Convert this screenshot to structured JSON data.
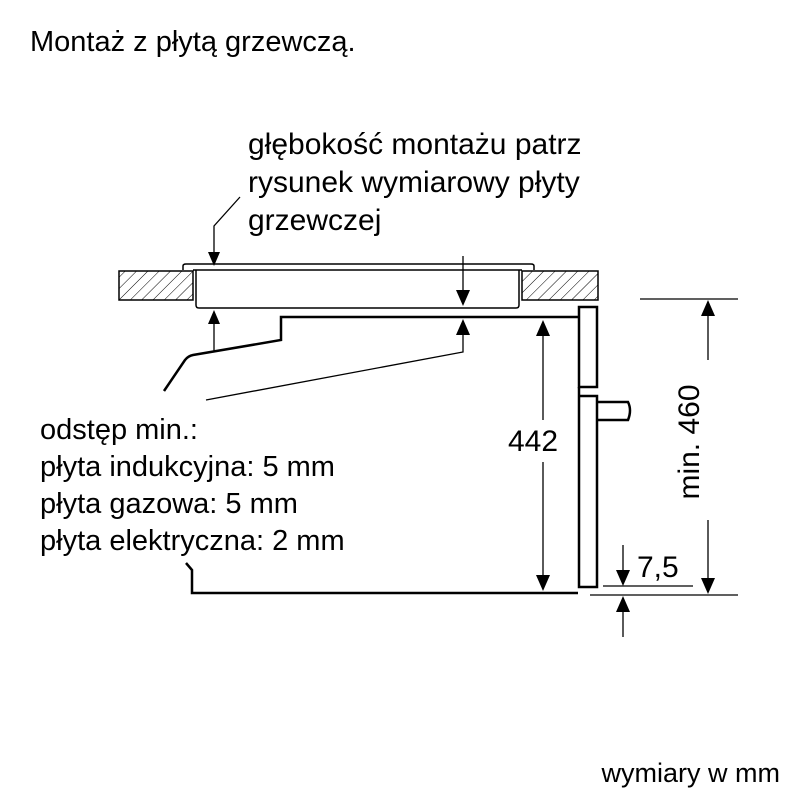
{
  "title": "Montaż z płytą grzewczą.",
  "note": {
    "lines": [
      "głębokość montażu patrz",
      "rysunek wymiarowy płyty",
      "grzewczej"
    ]
  },
  "gap": {
    "lines": [
      "odstęp min.:",
      "płyta indukcyjna: 5 mm",
      "płyta gazowa: 5 mm",
      "płyta elektryczna: 2 mm"
    ]
  },
  "dimensions": {
    "height_inner": "442",
    "height_min": "min. 460",
    "bottom_offset": "7,5"
  },
  "units": "wymiary w mm"
}
